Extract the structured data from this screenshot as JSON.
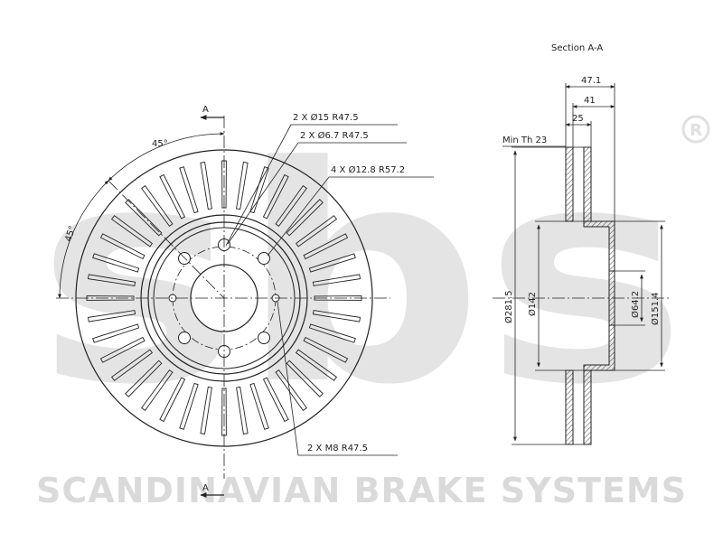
{
  "watermark": {
    "logo_text": "sbs",
    "registered_mark": "®",
    "brand_name": "SCANDINAVIAN BRAKE SYSTEMS"
  },
  "front_view": {
    "section_marker_top": "A",
    "section_marker_bottom": "A",
    "angle_top": "45°",
    "angle_side": "45°",
    "callouts": [
      "2 X Ø15 R47.5",
      "2 X Ø6.7 R47.5",
      "4 X Ø12.8 R57.2",
      "2 X M8 R47.5"
    ]
  },
  "section_view": {
    "title": "Section A-A",
    "min_thickness_label": "Min Th 23",
    "dimensions": {
      "total_height": "47.1",
      "hat_height": "41",
      "disc_thickness": "25",
      "outer_diameter": "Ø281.5",
      "inner_friction_diameter": "Ø142",
      "center_bore": "Ø64.2",
      "hat_diameter": "Ø151.4"
    }
  }
}
